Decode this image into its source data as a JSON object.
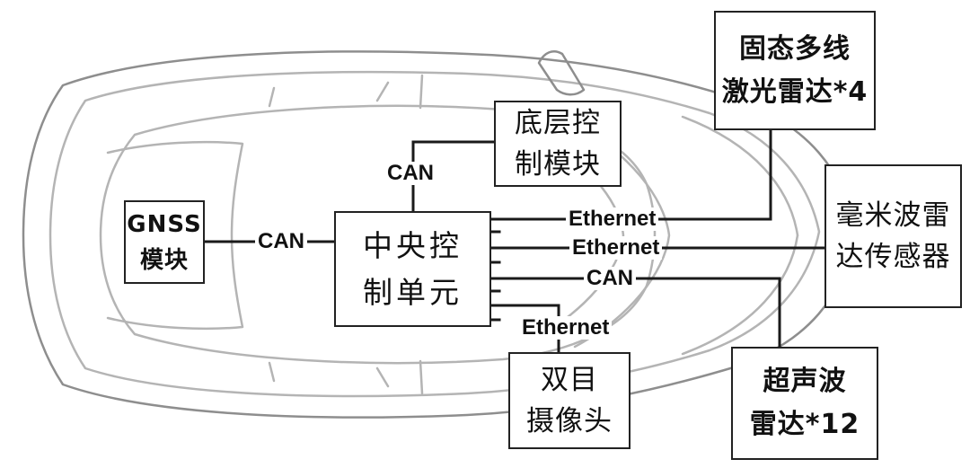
{
  "boxes": {
    "lidar": "固态多线\n激光雷达*4",
    "chassis": "底层控\n制模块",
    "gnss": "GNSS\n模块",
    "central": "中央控\n制单元",
    "mmwave": "毫米波雷\n达传感器",
    "camera": "双目\n摄像头",
    "ultrasonic": "超声波\n雷达*12"
  },
  "links": {
    "chassis_bus": "CAN",
    "gnss_bus": "CAN",
    "lidar_bus": "Ethernet",
    "mmwave_bus": "Ethernet",
    "ultrasonic_bus": "CAN",
    "camera_bus": "Ethernet"
  }
}
